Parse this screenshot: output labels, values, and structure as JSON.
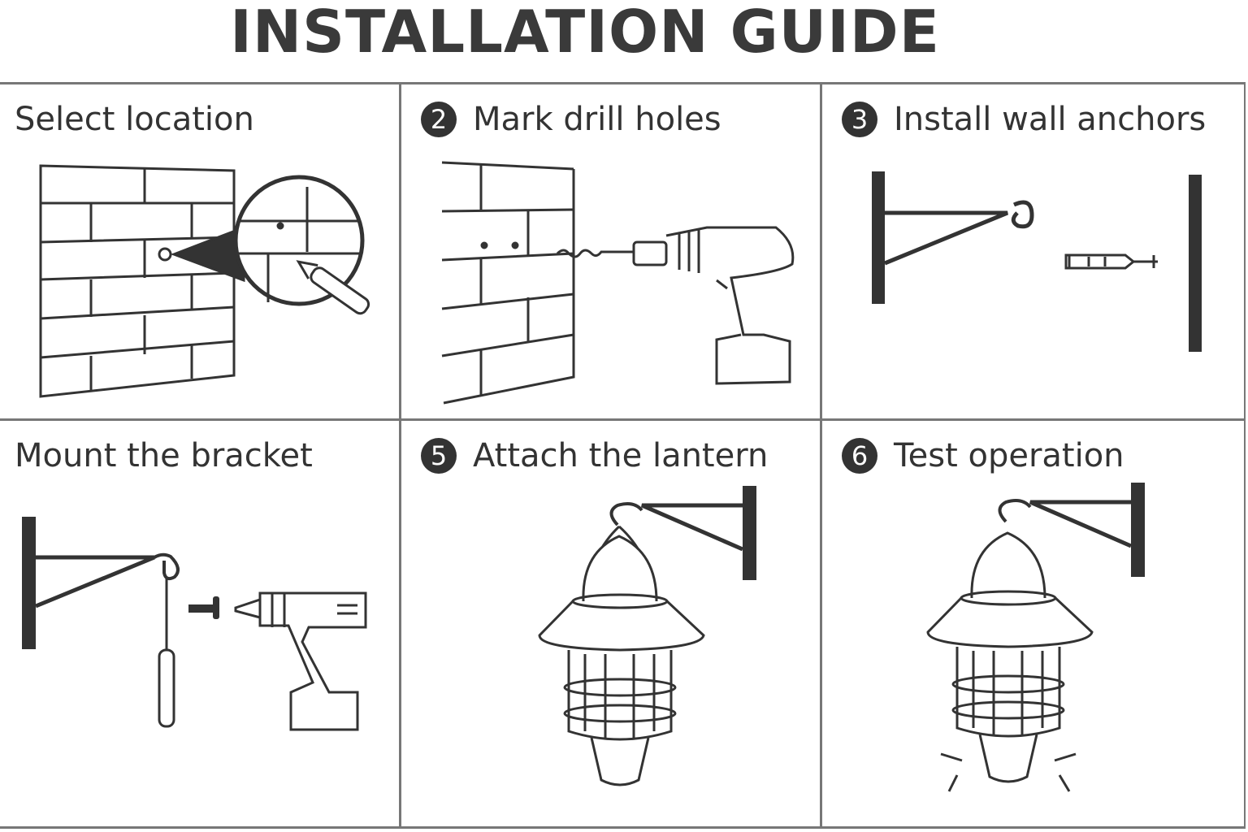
{
  "title": "INSTALLATION GUIDE",
  "steps": [
    {
      "number": "",
      "label": "Select location"
    },
    {
      "number": "2",
      "label": "Mark drill holes"
    },
    {
      "number": "3",
      "label": "Install wall anchors"
    },
    {
      "number": "",
      "label": "Mount the bracket"
    },
    {
      "number": "5",
      "label": "Attach the lantern"
    },
    {
      "number": "6",
      "label": "Test operation"
    }
  ],
  "colors": {
    "ink": "#333333",
    "grid": "#777777"
  }
}
